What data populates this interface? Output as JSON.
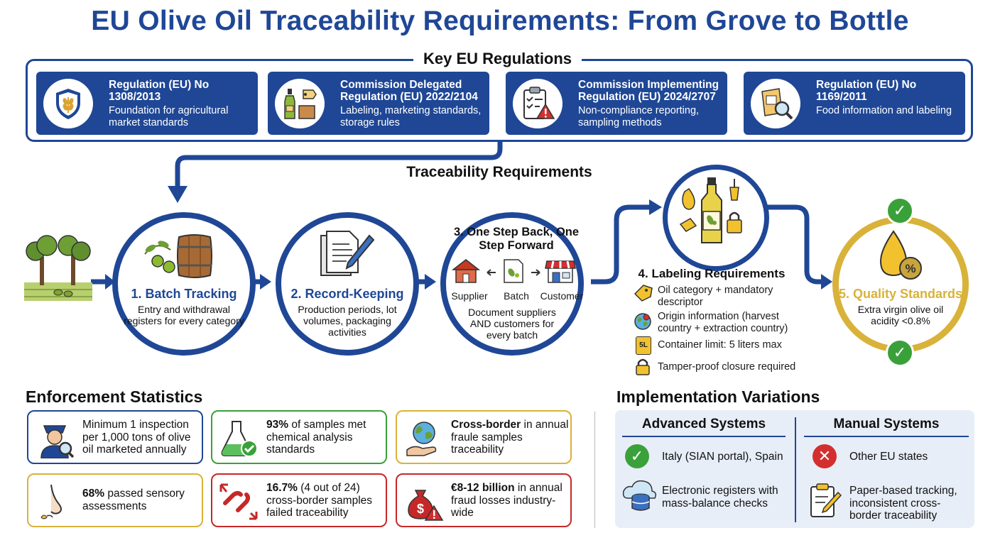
{
  "title": "EU Olive Oil Traceability Requirements: From Grove to Bottle",
  "regulations": {
    "heading": "Key EU Regulations",
    "items": [
      {
        "title": "Regulation (EU) No 1308/2013",
        "desc": "Foundation for agricultural market standards",
        "icon": "shield-wheat-icon"
      },
      {
        "title": "Commission Delegated Regulation (EU) 2022/2104",
        "desc": "Labeling, marketing standards, storage rules",
        "icon": "bottle-tag-icon"
      },
      {
        "title": "Commission Implementing Regulation (EU) 2024/2707",
        "desc": "Non-compliance reporting, sampling methods",
        "icon": "clipboard-warning-icon"
      },
      {
        "title": "Regulation (EU) No 1169/2011",
        "desc": "Food information and labeling",
        "icon": "food-label-magnifier-icon"
      }
    ]
  },
  "traceability": {
    "heading": "Traceability Requirements",
    "steps": [
      {
        "title": "1. Batch Tracking",
        "desc": "Entry and withdrawal registers for every category"
      },
      {
        "title": "2. Record-Keeping",
        "desc": "Production periods, lot volumes, packaging activities"
      },
      {
        "title": "3. One Step Back, One Step Forward",
        "desc": "Document suppliers AND customers for every batch",
        "chain": [
          "Supplier",
          "Batch",
          "Customer"
        ]
      },
      {
        "title": "4. Labeling Requirements",
        "items": [
          "Oil category + mandatory descriptor",
          "Origin information (harvest country + extraction country)",
          "Container limit: 5 liters max",
          "Tamper-proof closure required"
        ],
        "container_label": "5L"
      },
      {
        "title": "5. Quality Standards",
        "desc": "Extra virgin olive oil acidity <0.8%"
      }
    ]
  },
  "enforcement": {
    "heading": "Enforcement Statistics",
    "cards": [
      {
        "html_key": "inspection",
        "bold": "",
        "text": "Minimum 1 inspection per 1,000 tons of olive oil marketed annually",
        "color": "#1f4796"
      },
      {
        "html_key": "chemical",
        "bold": "93%",
        "text": " of samples met chemical analysis standards",
        "color": "#3aa13a"
      },
      {
        "html_key": "crossborder",
        "bold": "Cross-border",
        "text": " in annual fraule samples traceability",
        "color": "#d9b23a"
      },
      {
        "html_key": "sensory",
        "bold": "68%",
        "text": " passed sensory assessments",
        "color": "#d9b23a"
      },
      {
        "html_key": "failed",
        "bold": "16.7%",
        "text": " (4 out of 24) cross-border samples failed traceability",
        "color": "#c62828"
      },
      {
        "html_key": "fraud",
        "bold": "€8-12 billion",
        "text": " in annual fraud losses industry-wide",
        "color": "#c62828"
      }
    ]
  },
  "implementation": {
    "heading": "Implementation Variations",
    "advanced": {
      "heading": "Advanced Systems",
      "row1": "Italy (SIAN portal), Spain",
      "row2": "Electronic registers with mass-balance checks"
    },
    "manual": {
      "heading": "Manual Systems",
      "row1": "Other EU states",
      "row2": "Paper-based tracking, inconsistent cross-border traceability"
    }
  },
  "colors": {
    "primary": "#1f4796",
    "gold": "#d9b23a",
    "green": "#3aa13a",
    "red": "#c62828"
  }
}
